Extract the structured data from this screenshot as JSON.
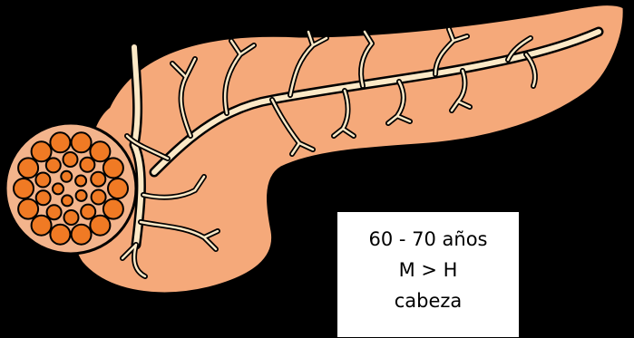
{
  "infobox": {
    "lines": [
      "60 - 70 años",
      "M > H",
      "cabeza"
    ]
  },
  "colors": {
    "background": "#000000",
    "pancreas": "#F5A97A",
    "duct": "#FCE9C7",
    "tumor_background": "#F3B48C",
    "tumor_nodules": "#F07A24",
    "outline": "#000000"
  }
}
